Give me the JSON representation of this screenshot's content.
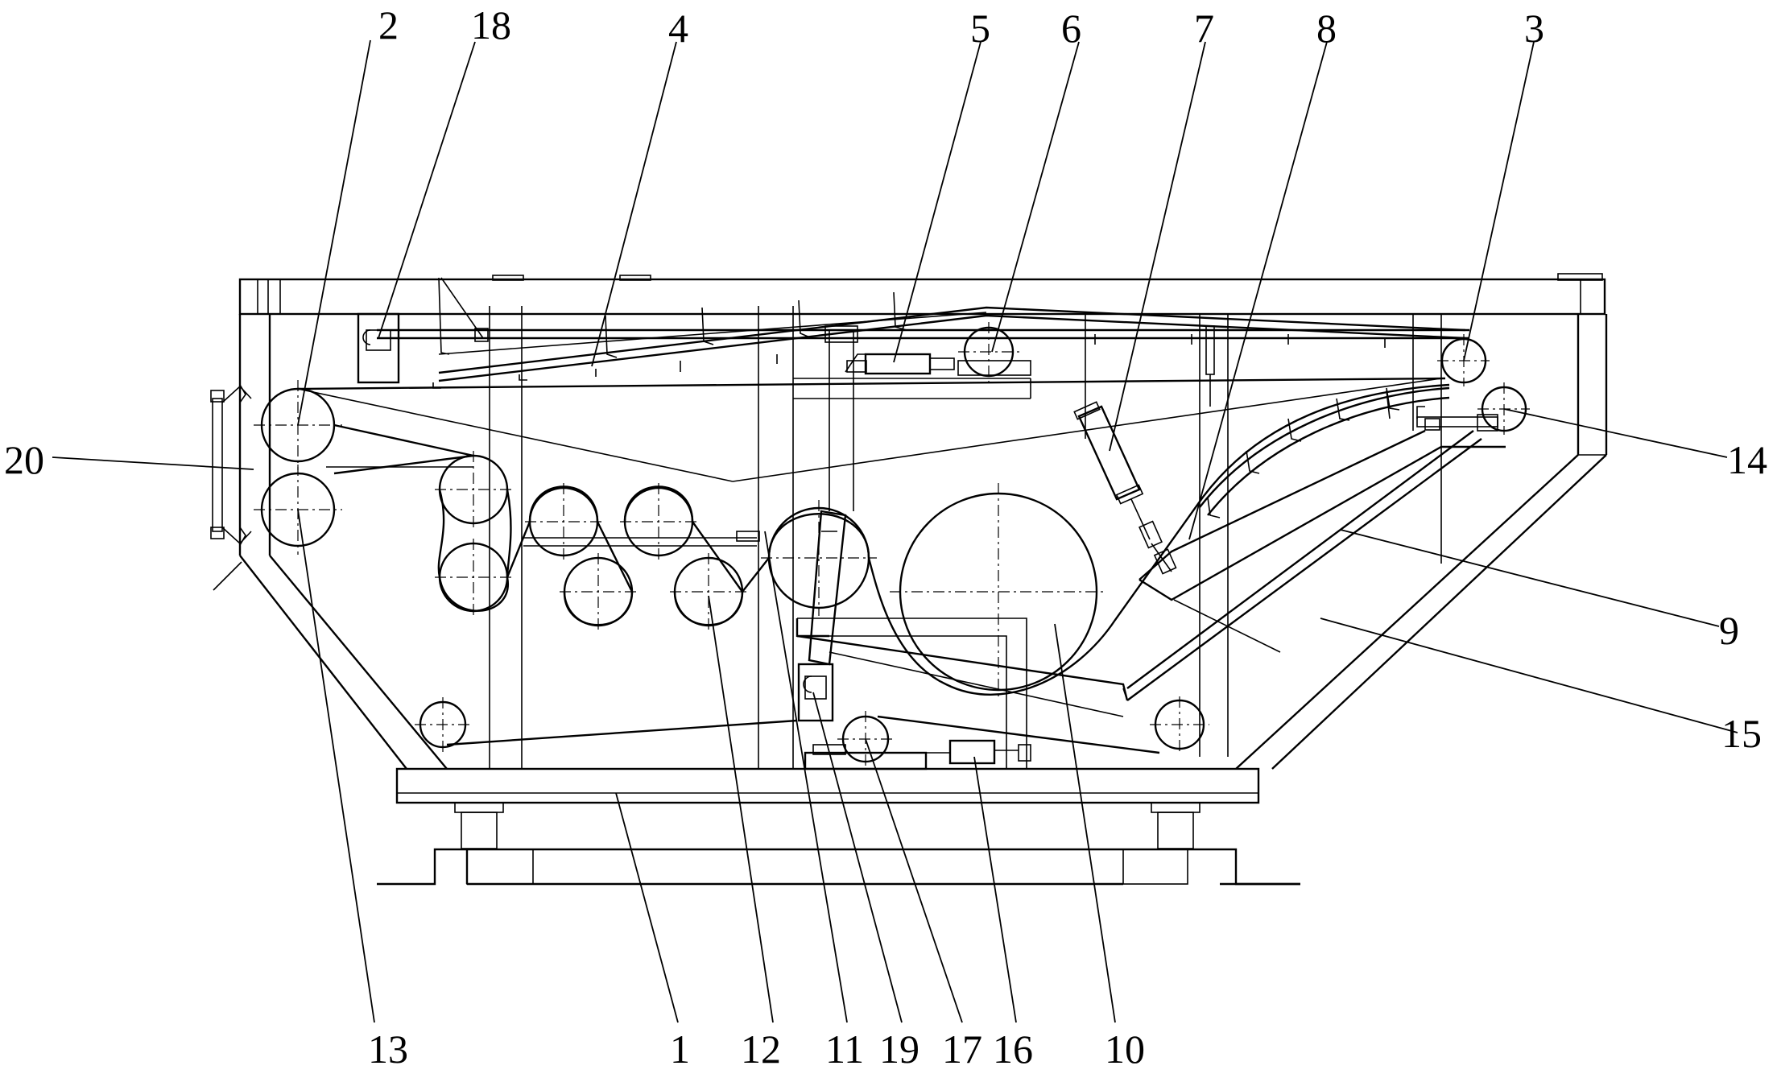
{
  "figure": {
    "part_labels": [
      {
        "id": "2",
        "text": "2"
      },
      {
        "id": "18",
        "text": "18"
      },
      {
        "id": "4",
        "text": "4"
      },
      {
        "id": "5",
        "text": "5"
      },
      {
        "id": "6",
        "text": "6"
      },
      {
        "id": "7",
        "text": "7"
      },
      {
        "id": "8",
        "text": "8"
      },
      {
        "id": "3",
        "text": "3"
      },
      {
        "id": "20",
        "text": "20"
      },
      {
        "id": "14",
        "text": "14"
      },
      {
        "id": "9",
        "text": "9"
      },
      {
        "id": "15",
        "text": "15"
      },
      {
        "id": "13",
        "text": "13"
      },
      {
        "id": "1",
        "text": "1"
      },
      {
        "id": "12",
        "text": "12"
      },
      {
        "id": "11",
        "text": "11"
      },
      {
        "id": "19",
        "text": "19"
      },
      {
        "id": "17",
        "text": "17"
      },
      {
        "id": "16",
        "text": "16"
      },
      {
        "id": "10",
        "text": "10"
      }
    ]
  }
}
